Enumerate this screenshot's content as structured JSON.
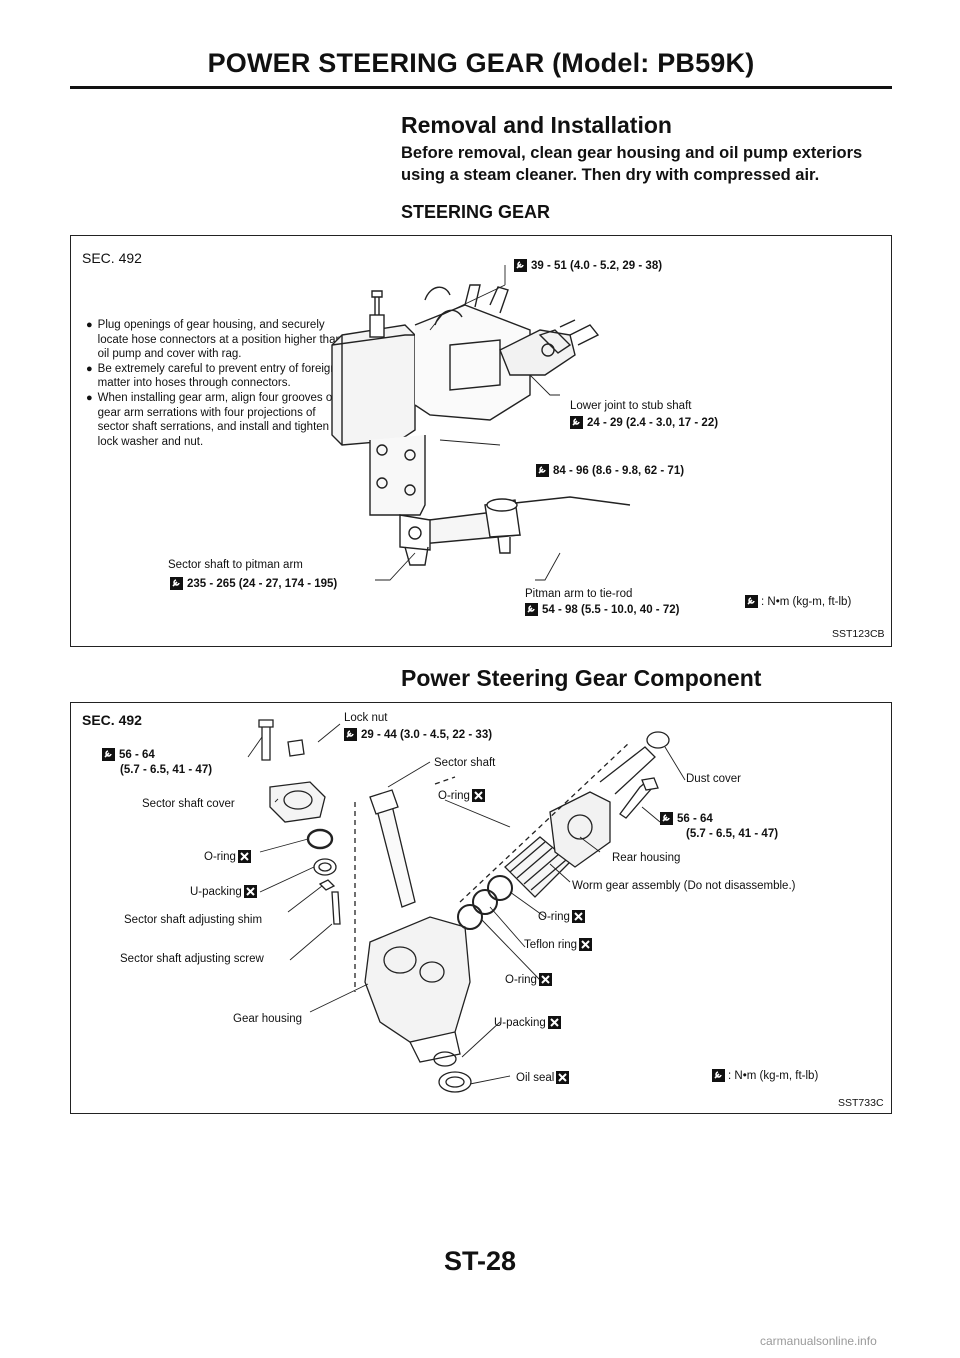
{
  "header": {
    "title": "POWER STEERING GEAR (Model: PB59K)"
  },
  "removal": {
    "title": "Removal and Installation",
    "intro": "Before removal, clean gear housing and oil pump exteriors using a steam cleaner. Then dry with compressed air.",
    "subheading": "STEERING GEAR"
  },
  "fig1": {
    "sec": "SEC. 492",
    "notes": [
      "Plug openings of gear housing, and securely locate hose connectors at a position higher than oil pump and cover with rag.",
      "Be extremely careful to prevent entry of foreign matter into hoses through connectors.",
      "When installing gear arm, align four grooves of gear arm serrations with four projections of sector shaft serrations, and install and tighten lock washer and nut."
    ],
    "torque_top": "39 - 51 (4.0 - 5.2, 29 - 38)",
    "lower_joint_label": "Lower joint to stub shaft",
    "lower_joint_torque": "24 - 29 (2.4 - 3.0, 17 - 22)",
    "torque_mid": "84 - 96 (8.6 - 9.8, 62 - 71)",
    "sector_label": "Sector shaft to pitman arm",
    "sector_torque": "235 - 265 (24 - 27, 174 - 195)",
    "pitman_label": "Pitman arm to tie-rod",
    "pitman_torque": "54 - 98 (5.5 - 10.0, 40 - 72)",
    "legend": ": N•m (kg-m, ft-lb)",
    "id": "SST123CB"
  },
  "component": {
    "title": "Power Steering Gear Component"
  },
  "fig2": {
    "sec": "SEC. 492",
    "bolt_torque": "56 - 64",
    "bolt_torque_sub": "(5.7 - 6.5, 41 - 47)",
    "lock_nut": "Lock nut",
    "lock_nut_torque": "29 - 44 (3.0 - 4.5, 22 - 33)",
    "sector_shaft": "Sector shaft",
    "dust_cover": "Dust cover",
    "o_ring": "O-ring",
    "sector_shaft_cover": "Sector shaft cover",
    "rh_torque": "56 - 64",
    "rh_torque_sub": "(5.7 - 6.5, 41 - 47)",
    "rear_housing": "Rear housing",
    "u_packing": "U-packing",
    "worm_gear": "Worm gear assembly (Do not disassemble.)",
    "adj_shim": "Sector shaft adjusting shim",
    "teflon_ring": "Teflon ring",
    "adj_screw": "Sector shaft adjusting screw",
    "gear_housing": "Gear housing",
    "oil_seal": "Oil seal",
    "legend": ": N•m (kg-m, ft-lb)",
    "id": "SST733C"
  },
  "footer": {
    "page": "ST-28",
    "watermark": "carmanualsonline.info"
  }
}
